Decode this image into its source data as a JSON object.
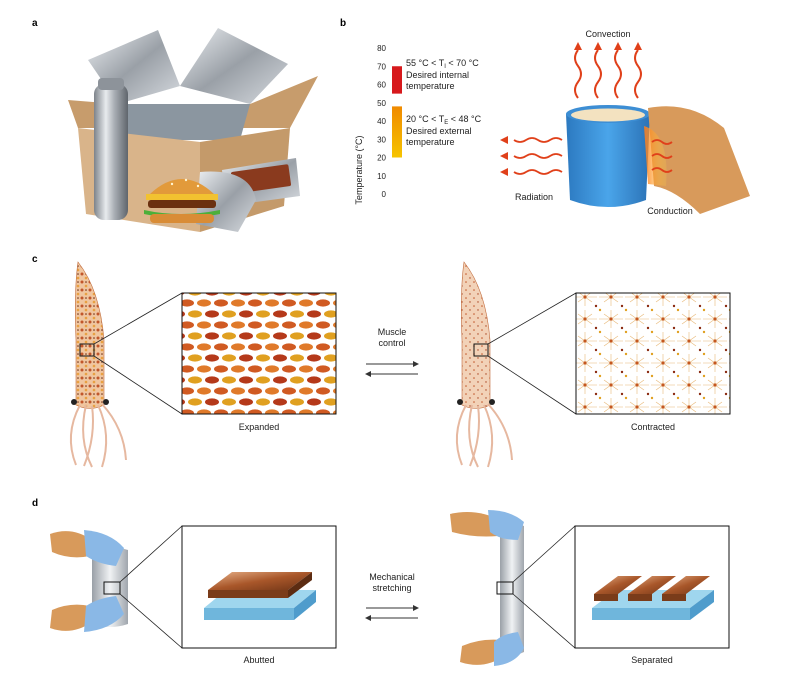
{
  "panels": {
    "a": {
      "label": "a"
    },
    "b": {
      "label": "b",
      "axis": {
        "ylabel": "Temperature (°C)",
        "ticks": [
          "0",
          "10",
          "20",
          "30",
          "40",
          "50",
          "60",
          "70",
          "80"
        ]
      },
      "internal": {
        "range": "55 °C < T",
        "range_sub": "I",
        "range_tail": " < 70 °C",
        "line1": "Desired internal",
        "line2": "temperature",
        "low": 55,
        "high": 70,
        "color": "#d7191c"
      },
      "external": {
        "range": "20 °C < T",
        "range_sub": "E",
        "range_tail": " < 48 °C",
        "line1": "Desired external",
        "line2": "temperature",
        "low": 20,
        "high": 48
      },
      "convection": "Convection",
      "radiation": "Radiation",
      "conduction": "Conduction"
    },
    "c": {
      "label": "c",
      "arrow_line1": "Muscle",
      "arrow_line2": "control",
      "left_caption": "Expanded",
      "right_caption": "Contracted"
    },
    "d": {
      "label": "d",
      "arrow_line1": "Mechanical",
      "arrow_line2": "stretching",
      "left_caption": "Abutted",
      "right_caption": "Separated"
    }
  },
  "colors": {
    "box": "#d9b48a",
    "metal": "#b8bcc2",
    "mug": "#3a8fd6",
    "coffee": "#f3e2c0",
    "skin": "#d89a5b",
    "glove": "#8ab8e6",
    "heat": "#e0401a",
    "chroma1": "#b5391a",
    "chroma2": "#e0a020",
    "chroma3": "#5a1a0a",
    "chroma4": "#e08a3a",
    "base": "#9fd6ee",
    "copper": "#b06a3a"
  }
}
